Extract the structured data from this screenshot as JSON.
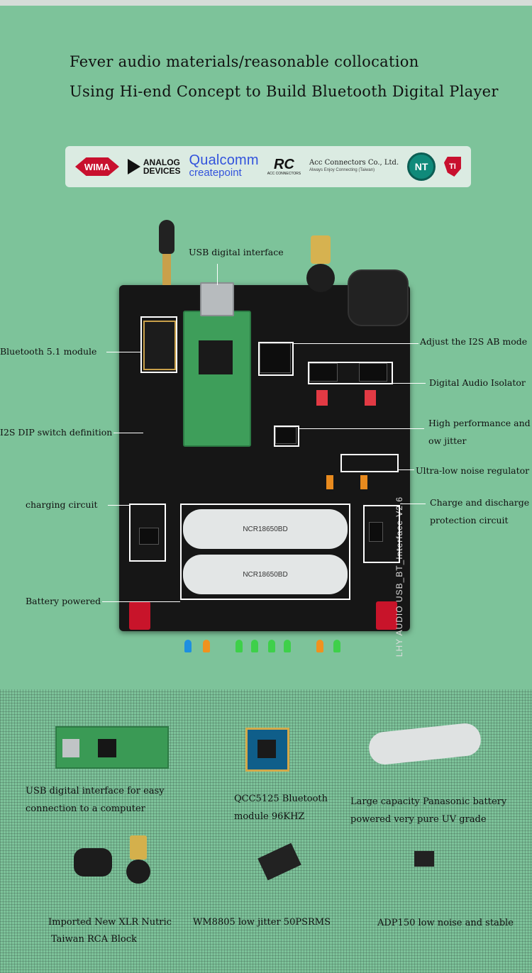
{
  "header": {
    "line1": "Fever audio materials/reasonable collocation",
    "line2": "Using Hi-end Concept to Build Bluetooth Digital Player"
  },
  "logos": {
    "wima": "WIMA",
    "adi_line1": "ANALOG",
    "adi_line2": "DEVICES",
    "qualcomm": "Qualcomm",
    "qualcomm_sub": "createpoint",
    "rc_mark": "RC",
    "rc_sub": "ACC CONNECTORS",
    "acc_name": "Acc Connectors Co., Ltd.",
    "acc_sub": "Always Enjoy Connecting  (Taiwan)",
    "nt": "NT",
    "ti": "TI"
  },
  "board": {
    "battery_text": "NCR18650BD",
    "board_brand": "LHY AUDIO",
    "board_model": "USB_BT_Interface V2.6"
  },
  "callouts": {
    "usb_digital": "USB digital interface",
    "bluetooth": "Bluetooth 5.1 module",
    "i2s_dip": "I2S DIP switch definition",
    "charging": "charging circuit",
    "battery": "Battery powered",
    "i2s_ab": "Adjust the I2S AB mode",
    "isolator": "Digital Audio Isolator",
    "jitter_l1": "High performance and",
    "jitter_l2": "ow jitter",
    "regulator": "Ultra-low noise regulator",
    "protect_l1": "Charge and discharge",
    "protect_l2": "protection circuit"
  },
  "components": {
    "usb_l1": "USB digital interface for easy",
    "usb_l2": "connection to a computer",
    "bt_l1": "QCC5125 Bluetooth",
    "bt_l2": "module 96KHZ",
    "batt_l1": "Large capacity Panasonic battery",
    "batt_l2": "powered very pure UV grade",
    "xlr_l1": "Imported New XLR Nutric",
    "xlr_l2": "Taiwan RCA Block",
    "wm": "WM8805 low jitter 50PSRMS",
    "adp": "ADP150 low noise and stable"
  }
}
